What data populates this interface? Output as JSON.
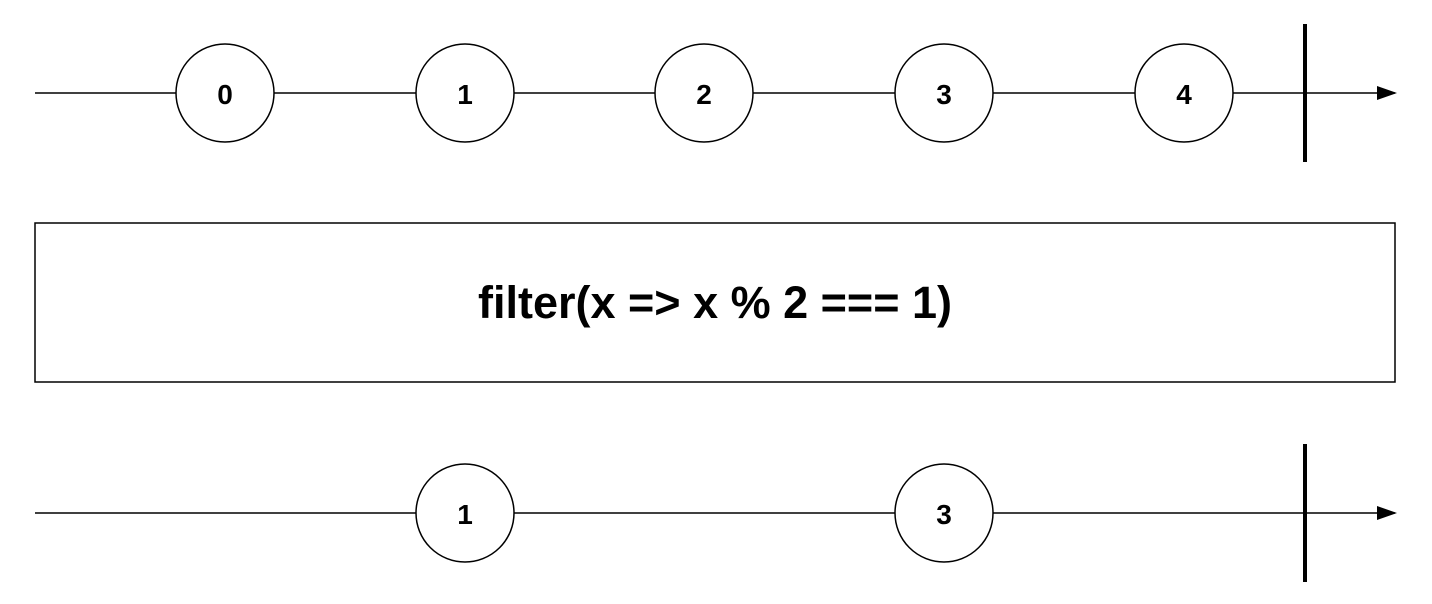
{
  "input_stream": {
    "values": [
      "0",
      "1",
      "2",
      "3",
      "4"
    ]
  },
  "operator": {
    "label": "filter(x => x % 2 === 1)"
  },
  "output_stream": {
    "values": [
      "1",
      "3"
    ]
  },
  "colors": {
    "stroke": "#000000",
    "background": "#ffffff"
  }
}
